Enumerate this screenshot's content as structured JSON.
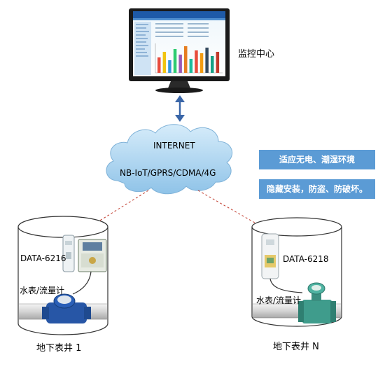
{
  "monitor": {
    "caption": "监控中心",
    "screen_title": "水资源监测系统",
    "bar_colors": [
      "#e84c3d",
      "#f1c40f",
      "#3498db",
      "#2ecc71",
      "#9b59b6",
      "#e67e22",
      "#1abc9c",
      "#e74c3c",
      "#f39c12",
      "#34495e",
      "#16a085",
      "#c0392b"
    ]
  },
  "cloud": {
    "internet_label": "INTERNET",
    "network_label": "NB-IoT/GPRS/CDMA/4G"
  },
  "features": [
    {
      "text": "适应无电、潮湿环境"
    },
    {
      "text": "隐藏安装，防盗、防破坏。"
    }
  ],
  "wells": [
    {
      "device": "DATA-6216",
      "meter": "水表/流量计",
      "caption": "地下表井 1"
    },
    {
      "device": "DATA-6218",
      "meter": "水表/流量计",
      "caption": "地下表井 N"
    }
  ]
}
